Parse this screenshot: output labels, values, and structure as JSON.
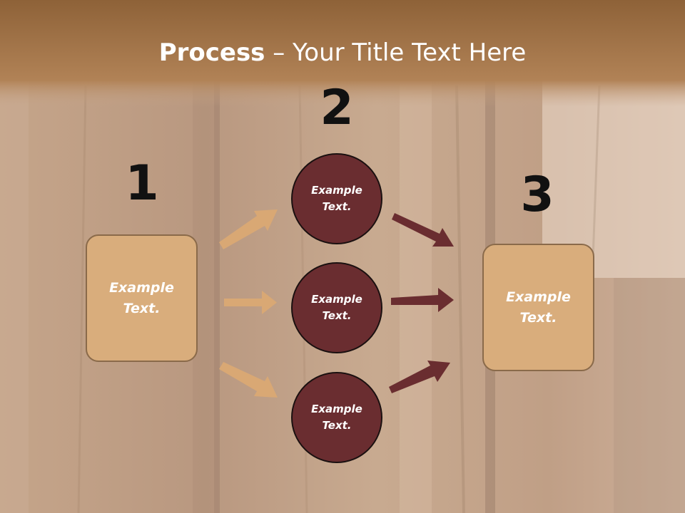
{
  "slide": {
    "title_strong": "Process",
    "title_rest": " – Your Title Text Here"
  },
  "steps": [
    {
      "number": "1",
      "label": "Example\nText."
    },
    {
      "number": "2",
      "label": "Example\nText."
    },
    {
      "number": "3",
      "label": "Example\nText."
    }
  ],
  "middle_nodes": [
    {
      "label": "Example\nText."
    },
    {
      "label": "Example\nText."
    },
    {
      "label": "Example\nText."
    }
  ],
  "colors": {
    "header": "#a6764a",
    "wood": "#c9a98a",
    "box_fill": "#d9ad7c",
    "circle_fill": "#6a2d30",
    "left_arrows": "#d9a874",
    "right_arrows": "#6a2d30"
  }
}
